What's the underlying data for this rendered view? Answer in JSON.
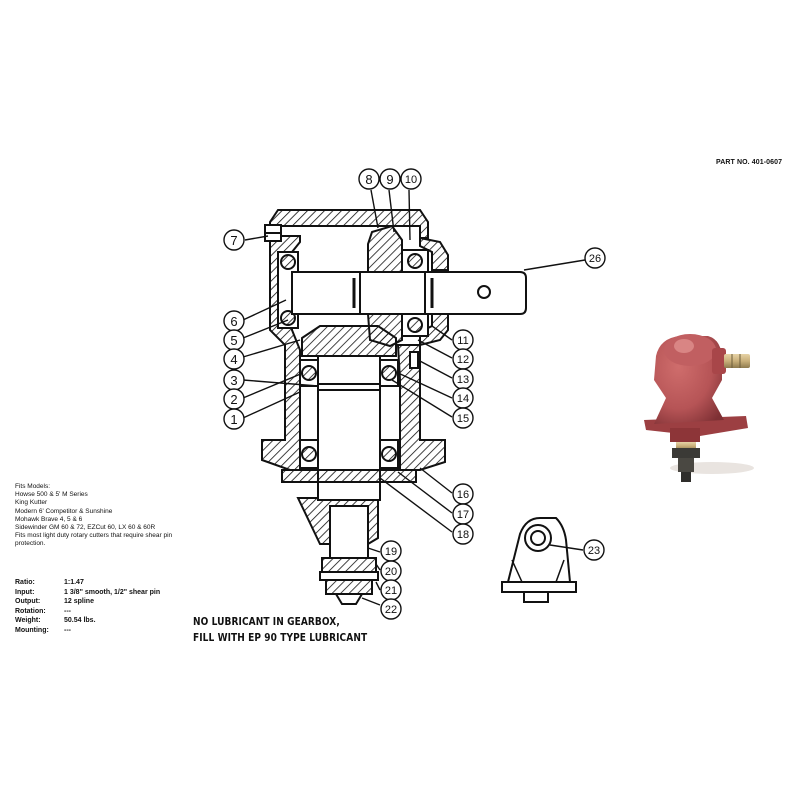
{
  "part_number": "PART NO. 401-0607",
  "fits_models": {
    "heading": "Fits Models:",
    "lines": [
      "Howse 500 & 5' M Series",
      "King Kutter",
      "Modern 6' Competitor & Sunshine",
      "Mohawk Brave 4, 5 & 6",
      "Sidewinder GM 60 & 72, EZCut 60, LX 60 & 60R",
      "Fits most light duty rotary cutters that require shear pin protection."
    ]
  },
  "specs": [
    {
      "label": "Ratio:",
      "value": "1:1.47"
    },
    {
      "label": "Input:",
      "value": "1 3/8\" smooth, 1/2\" shear pin"
    },
    {
      "label": "Output:",
      "value": "12 spline"
    },
    {
      "label": "Rotation:",
      "value": "---"
    },
    {
      "label": "Weight:",
      "value": "50.54 lbs."
    },
    {
      "label": "Mounting:",
      "value": "---"
    }
  ],
  "notice": {
    "line1": "NO LUBRICANT IN GEARBOX,",
    "line2": "FILL WITH EP 90 TYPE LUBRICANT"
  },
  "callouts": [
    "1",
    "2",
    "3",
    "4",
    "5",
    "6",
    "7",
    "8",
    "9",
    "10",
    "11",
    "12",
    "13",
    "14",
    "15",
    "16",
    "17",
    "18",
    "19",
    "20",
    "21",
    "22",
    "23",
    "26"
  ],
  "colors": {
    "gearbox_body": "#b65456",
    "gearbox_shadow": "#7e3034",
    "shaft_metal": "#c9b07a",
    "line": "#111111"
  }
}
